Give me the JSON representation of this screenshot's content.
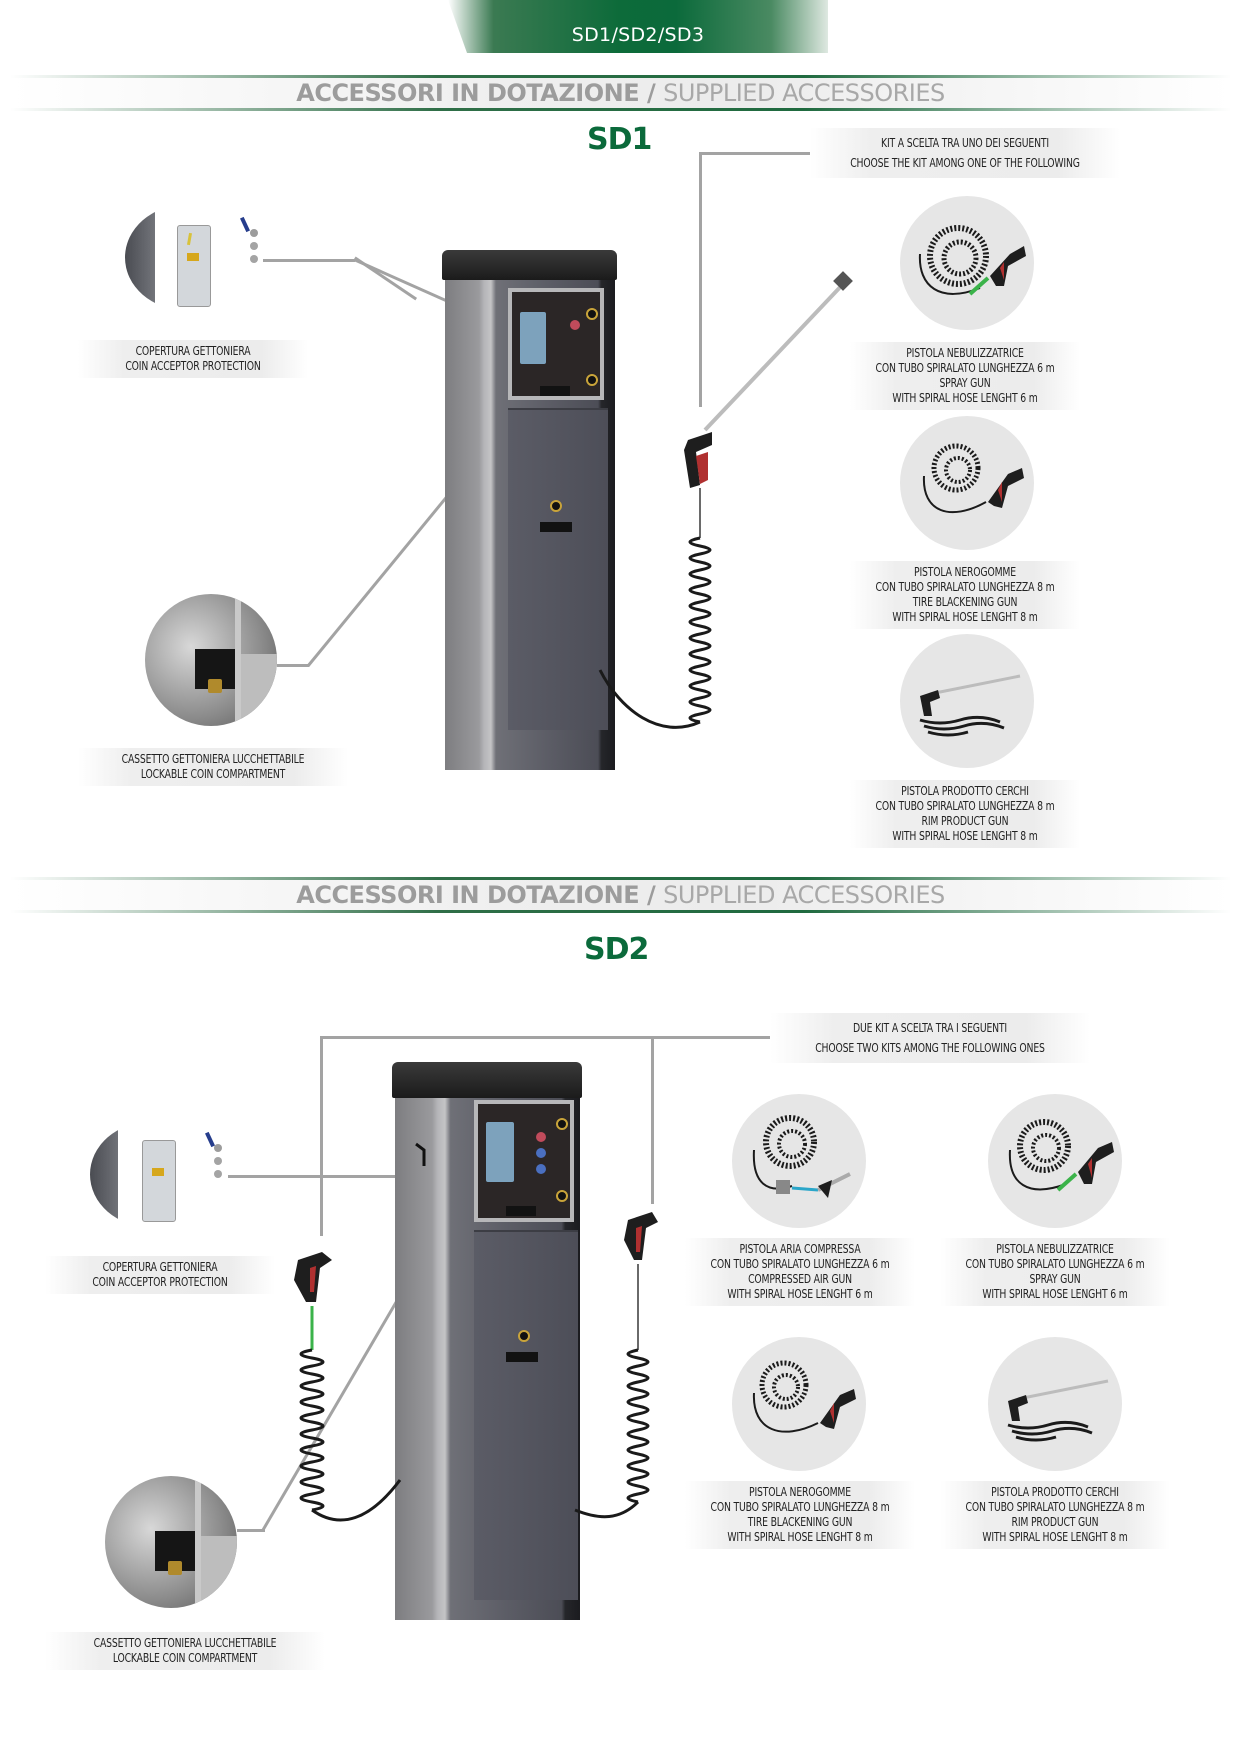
{
  "header": {
    "model_range": "SD1/SD2/SD3",
    "accent_color": "#0b6a3b"
  },
  "sections": [
    {
      "band": {
        "title_it": "ACCESSORI IN DOTAZIONE",
        "separator": " / ",
        "title_en": "SUPPLIED ACCESSORIES"
      },
      "model": "SD1",
      "kit_header": {
        "line1": "KIT A SCELTA TRA UNO DEI SEGUENTI",
        "line2": "CHOOSE THE KIT AMONG ONE OF THE FOLLOWING"
      },
      "accessories": [
        {
          "icon": "coin-acceptor-cover-photo",
          "line1": "COPERTURA GETTONIERA",
          "line2": "COIN ACCEPTOR PROTECTION"
        },
        {
          "icon": "lockable-drawer-photo",
          "line1": "CASSETTO GETTONIERA LUCCHETTABILE",
          "line2": "LOCKABLE COIN COMPARTMENT"
        }
      ],
      "kits": [
        {
          "icon": "spray-gun-photo",
          "lines": [
            "PISTOLA NEBULIZZATRICE",
            "CON TUBO SPIRALATO LUNGHEZZA 6 m",
            "SPRAY GUN",
            "WITH SPIRAL HOSE LENGHT 6 m"
          ]
        },
        {
          "icon": "tire-blackening-gun-photo",
          "lines": [
            "PISTOLA NEROGOMME",
            "CON TUBO SPIRALATO LUNGHEZZA 8 m",
            "TIRE BLACKENING GUN",
            "WITH SPIRAL HOSE LENGHT 8 m"
          ]
        },
        {
          "icon": "rim-product-gun-photo",
          "lines": [
            "PISTOLA PRODOTTO CERCHI",
            "CON TUBO SPIRALATO LUNGHEZZA 8 m",
            "RIM PRODUCT GUN",
            "WITH SPIRAL HOSE LENGHT 8 m"
          ]
        }
      ]
    },
    {
      "band": {
        "title_it": "ACCESSORI IN DOTAZIONE",
        "separator": " / ",
        "title_en": "SUPPLIED ACCESSORIES"
      },
      "model": "SD2",
      "kit_header": {
        "line1": "DUE KIT A SCELTA TRA I SEGUENTI",
        "line2": "CHOOSE TWO KITS AMONG THE FOLLOWING ONES"
      },
      "accessories": [
        {
          "icon": "coin-acceptor-cover-photo",
          "line1": "COPERTURA GETTONIERA",
          "line2": "COIN ACCEPTOR PROTECTION"
        },
        {
          "icon": "lockable-drawer-photo",
          "line1": "CASSETTO GETTONIERA LUCCHETTABILE",
          "line2": "LOCKABLE COIN COMPARTMENT"
        }
      ],
      "kits": [
        {
          "icon": "compressed-air-gun-photo",
          "lines": [
            "PISTOLA ARIA COMPRESSA",
            "CON TUBO SPIRALATO LUNGHEZZA 6 m",
            "COMPRESSED AIR GUN",
            "WITH SPIRAL HOSE LENGHT 6 m"
          ]
        },
        {
          "icon": "spray-gun-photo",
          "lines": [
            "PISTOLA NEBULIZZATRICE",
            "CON TUBO SPIRALATO LUNGHEZZA 6 m",
            "SPRAY GUN",
            "WITH SPIRAL HOSE LENGHT 6 m"
          ]
        },
        {
          "icon": "tire-blackening-gun-photo",
          "lines": [
            "PISTOLA NEROGOMME",
            "CON TUBO SPIRALATO LUNGHEZZA 8 m",
            "TIRE BLACKENING GUN",
            "WITH SPIRAL HOSE LENGHT 8 m"
          ]
        },
        {
          "icon": "rim-product-gun-photo",
          "lines": [
            "PISTOLA PRODOTTO CERCHI",
            "CON TUBO SPIRALATO LUNGHEZZA 8 m",
            "RIM PRODUCT GUN",
            "WITH SPIRAL HOSE LENGHT 8 m"
          ]
        }
      ]
    }
  ]
}
